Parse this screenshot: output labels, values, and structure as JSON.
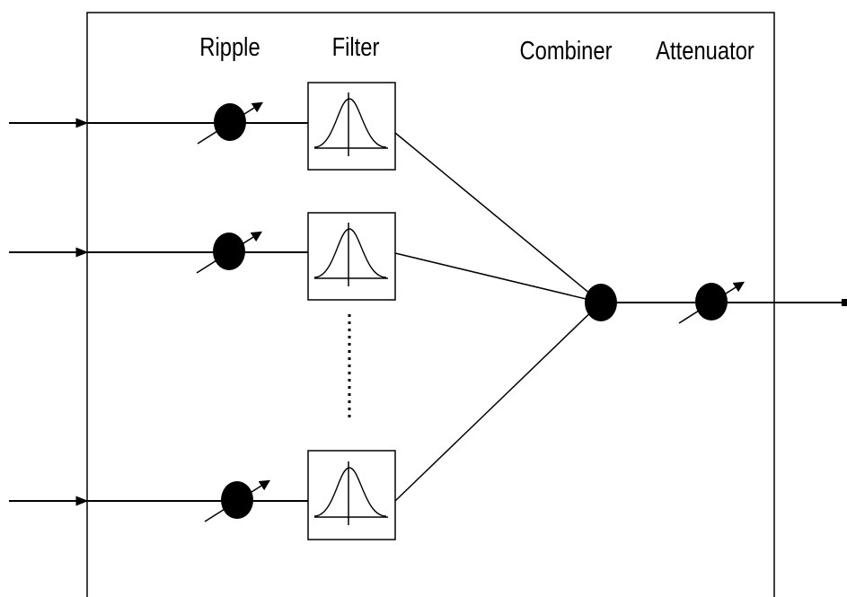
{
  "labels": {
    "ripple": "Ripple",
    "filter": "Filter",
    "combiner": "Combiner",
    "attenuator": "Attenuator"
  },
  "structure": {
    "branch_count_shown": 3,
    "ellipsis_between_branches": true
  },
  "colors": {
    "ink": "#000000",
    "background": "#ffffff"
  }
}
